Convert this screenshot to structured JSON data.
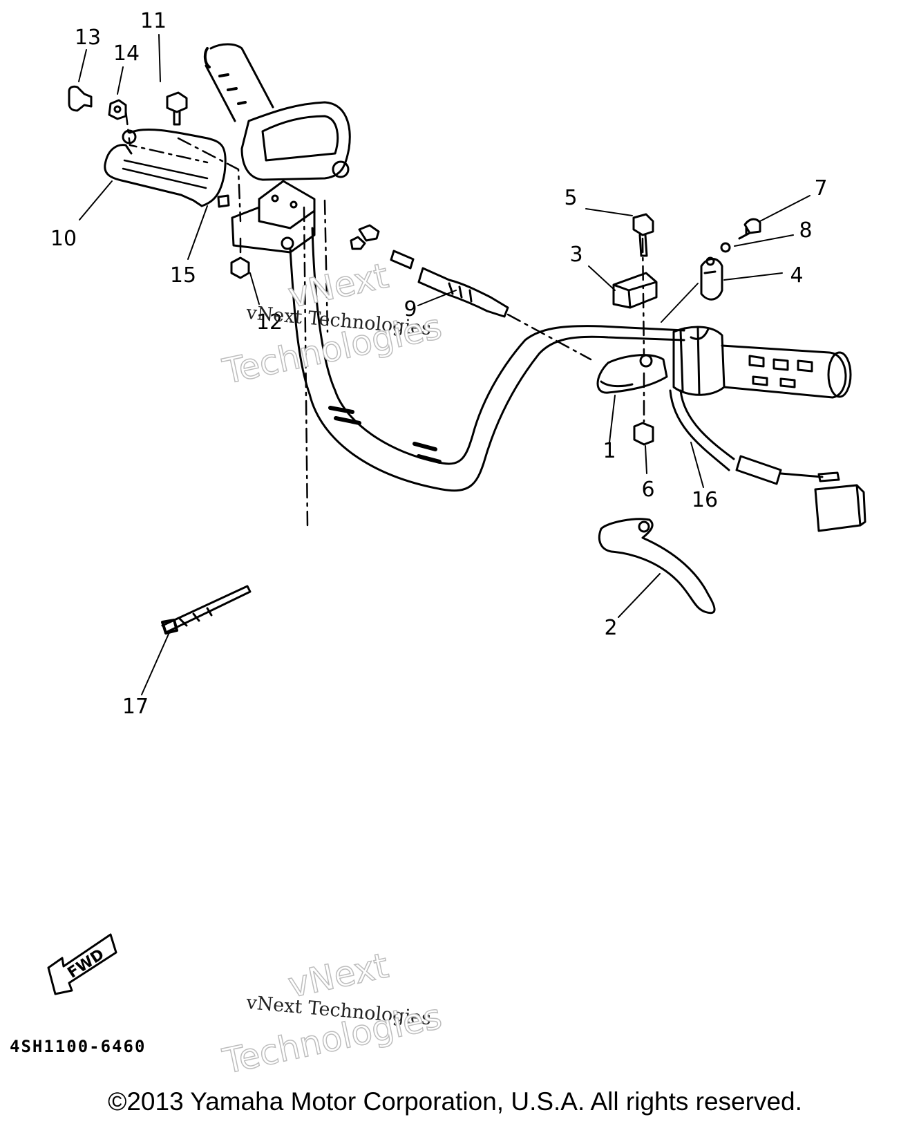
{
  "callouts": {
    "n1": "1",
    "n2": "2",
    "n3": "3",
    "n4": "4",
    "n5": "5",
    "n6": "6",
    "n7": "7",
    "n8": "8",
    "n9": "9",
    "n10": "10",
    "n11": "11",
    "n12": "12",
    "n13": "13",
    "n14": "14",
    "n15": "15",
    "n16": "16",
    "n17": "17"
  },
  "fwd_label": "FWD",
  "part_code": "4SH1100-6460",
  "watermark": {
    "line": "vNext Technologies",
    "word1": "vNext",
    "word2": "Technologies"
  },
  "copyright": "©2013 Yamaha Motor Corporation, U.S.A. All rights reserved."
}
